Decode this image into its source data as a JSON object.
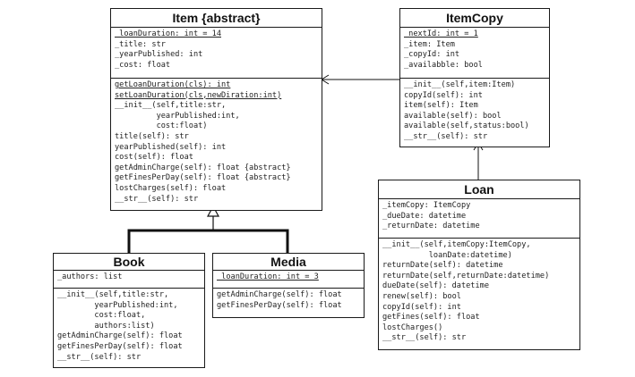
{
  "classes": {
    "item": {
      "name": "Item {abstract}",
      "attributes": [
        "_loanDuration: int = 14",
        "_title: str",
        "_yearPublished: int",
        "_cost: float"
      ],
      "methods": [
        "getLoanDuration(cls): int",
        "setLoanDuration(cls,newDiration:int)",
        "__init__(self,title:str,",
        "         yearPublished:int,",
        "         cost:float)",
        "title(self): str",
        "yearPublished(self): int",
        "cost(self): float",
        "getAdminCharge(self): float {abstract}",
        "getFinesPerDay(self): float {abstract}",
        "lostCharges(self): float",
        "__str__(self): str"
      ]
    },
    "itemcopy": {
      "name": "ItemCopy",
      "attributes": [
        "_nextId: int = 1",
        "_item: Item",
        "_copyId: int",
        "_availabble: bool"
      ],
      "methods": [
        "__init__(self,item:Item)",
        "copyId(self): int",
        "item(self): Item",
        "available(self): bool",
        "available(self,status:bool)",
        "__str__(self): str"
      ]
    },
    "loan": {
      "name": "Loan",
      "attributes": [
        "_itemCopy: ItemCopy",
        "_dueDate: datetime",
        "_returnDate: datetime"
      ],
      "methods": [
        "__init__(self,itemCopy:ItemCopy,",
        "          loanDate:datetime)",
        "returnDate(self): datetime",
        "returnDate(self,returnDate:datetime)",
        "dueDate(self): datetime",
        "renew(self): bool",
        "copyId(self): int",
        "getFines(self): float",
        "lostCharges()",
        "__str__(self): str"
      ]
    },
    "book": {
      "name": "Book",
      "attributes": [
        "_authors: list"
      ],
      "methods": [
        "__init__(self,title:str,",
        "        yearPublished:int,",
        "        cost:float,",
        "        authors:list)",
        "getAdminCharge(self): float",
        "getFinesPerDay(self): float",
        "__str__(self): str"
      ]
    },
    "media": {
      "name": "Media",
      "attributes": [
        "_loanDuration: int = 3"
      ],
      "methods": [
        "getAdminCharge(self): float",
        "getFinesPerDay(self): float"
      ]
    }
  }
}
